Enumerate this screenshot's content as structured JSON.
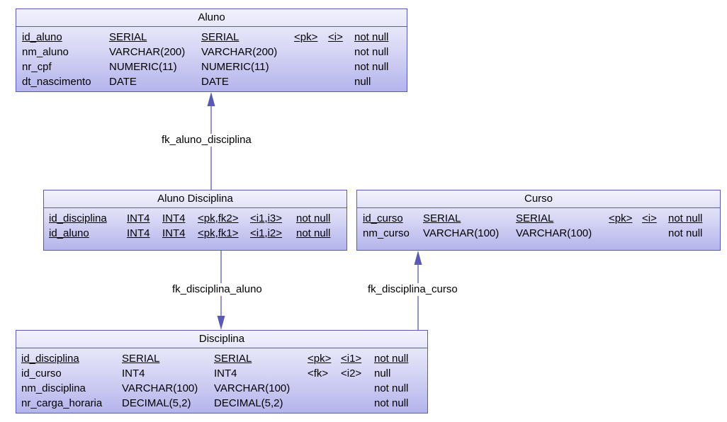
{
  "entities": {
    "aluno": {
      "title": "Aluno",
      "rows": [
        {
          "name": "id_aluno",
          "type": "SERIAL",
          "type2": "SERIAL",
          "key": "<pk>",
          "index": "<i>",
          "nullable": "not null"
        },
        {
          "name": "nm_aluno",
          "type": "VARCHAR(200)",
          "type2": "VARCHAR(200)",
          "key": "",
          "index": "",
          "nullable": "not null"
        },
        {
          "name": "nr_cpf",
          "type": "NUMERIC(11)",
          "type2": "NUMERIC(11)",
          "key": "",
          "index": "",
          "nullable": "not null"
        },
        {
          "name": "dt_nascimento",
          "type": "DATE",
          "type2": "DATE",
          "key": "",
          "index": "",
          "nullable": "null"
        }
      ]
    },
    "aluno_disciplina": {
      "title": "Aluno Disciplina",
      "rows": [
        {
          "name": "id_disciplina",
          "type": "INT4",
          "type2": "INT4",
          "key": "<pk,fk2>",
          "index": "<i1,i3>",
          "nullable": "not null"
        },
        {
          "name": "id_aluno",
          "type": "INT4",
          "type2": "INT4",
          "key": "<pk,fk1>",
          "index": "<i1,i2>",
          "nullable": "not null"
        }
      ]
    },
    "curso": {
      "title": "Curso",
      "rows": [
        {
          "name": "id_curso",
          "type": "SERIAL",
          "type2": "SERIAL",
          "key": "<pk>",
          "index": "<i>",
          "nullable": "not null"
        },
        {
          "name": "nm_curso",
          "type": "VARCHAR(100)",
          "type2": "VARCHAR(100)",
          "key": "",
          "index": "",
          "nullable": "not null"
        }
      ]
    },
    "disciplina": {
      "title": "Disciplina",
      "rows": [
        {
          "name": "id_disciplina",
          "type": "SERIAL",
          "type2": "SERIAL",
          "key": "<pk>",
          "index": "<i1>",
          "nullable": "not null"
        },
        {
          "name": "id_curso",
          "type": "INT4",
          "type2": "INT4",
          "key": "<fk>",
          "index": "<i2>",
          "nullable": "null"
        },
        {
          "name": "nm_disciplina",
          "type": "VARCHAR(100)",
          "type2": "VARCHAR(100)",
          "key": "",
          "index": "",
          "nullable": "not null"
        },
        {
          "name": "nr_carga_horaria",
          "type": "DECIMAL(5,2)",
          "type2": "DECIMAL(5,2)",
          "key": "",
          "index": "",
          "nullable": "not null"
        }
      ]
    }
  },
  "relationships": {
    "fk_aluno_disciplina": "fk_aluno_disciplina",
    "fk_disciplina_aluno": "fk_disciplina_aluno",
    "fk_disciplina_curso": "fk_disciplina_curso"
  },
  "colors": {
    "border": "#5a5ab4",
    "connector": "#5a5ab4",
    "fill_top": "#f2f2fd",
    "fill_bottom": "#b4b4ec"
  }
}
